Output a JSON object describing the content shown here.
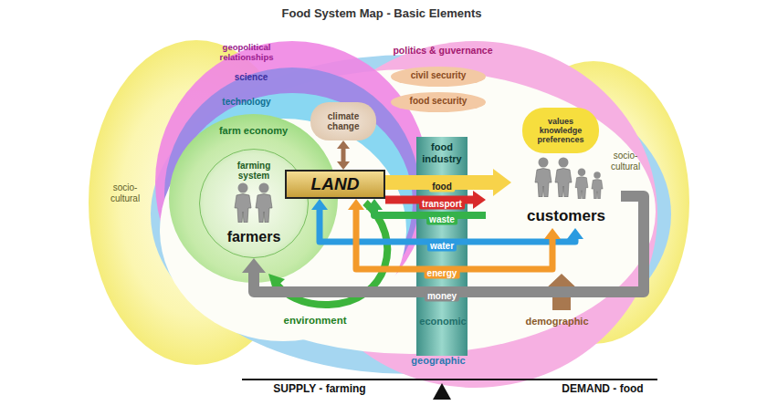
{
  "diagram": {
    "title": "Food System Map - Basic Elements",
    "nodes": [
      {
        "text": [
          "farm economy"
        ]
      },
      {
        "text": [
          "farming system",
          "farmers"
        ],
        "in": 0
      },
      {
        "text": [
          "climate change"
        ]
      },
      {
        "text": [
          "LAND"
        ]
      },
      {
        "text": [
          "food industry"
        ]
      },
      {
        "text": [
          "values knowledge preferences"
        ]
      },
      {
        "text": [
          "customers"
        ]
      }
    ],
    "edges": [
      {
        "from": 3,
        "to": 6,
        "label": "food",
        "arrow": "to"
      },
      {
        "from": 3,
        "to": 4,
        "label": "transport",
        "arrow": "to"
      },
      {
        "from": 4,
        "to": 3,
        "label": "waste",
        "arrow": "to"
      },
      {
        "from": 3,
        "to": 6,
        "label": "water",
        "arrow": "both"
      },
      {
        "from": 3,
        "to": 6,
        "label": "energy",
        "arrow": "both"
      },
      {
        "from": 6,
        "to": 1,
        "label": "money",
        "arrow": "to"
      },
      {
        "from": 2,
        "to": 3,
        "arrow": "both"
      }
    ],
    "labels": [
      "geopolitical relationships",
      "science",
      "technology",
      "politics & guvernance",
      "civil security",
      "food security",
      "socio- cultural",
      "socio- cultural",
      "environment",
      "economic",
      "demographic",
      "geographic",
      "SUPPLY - farming",
      "DEMAND - food"
    ]
  }
}
